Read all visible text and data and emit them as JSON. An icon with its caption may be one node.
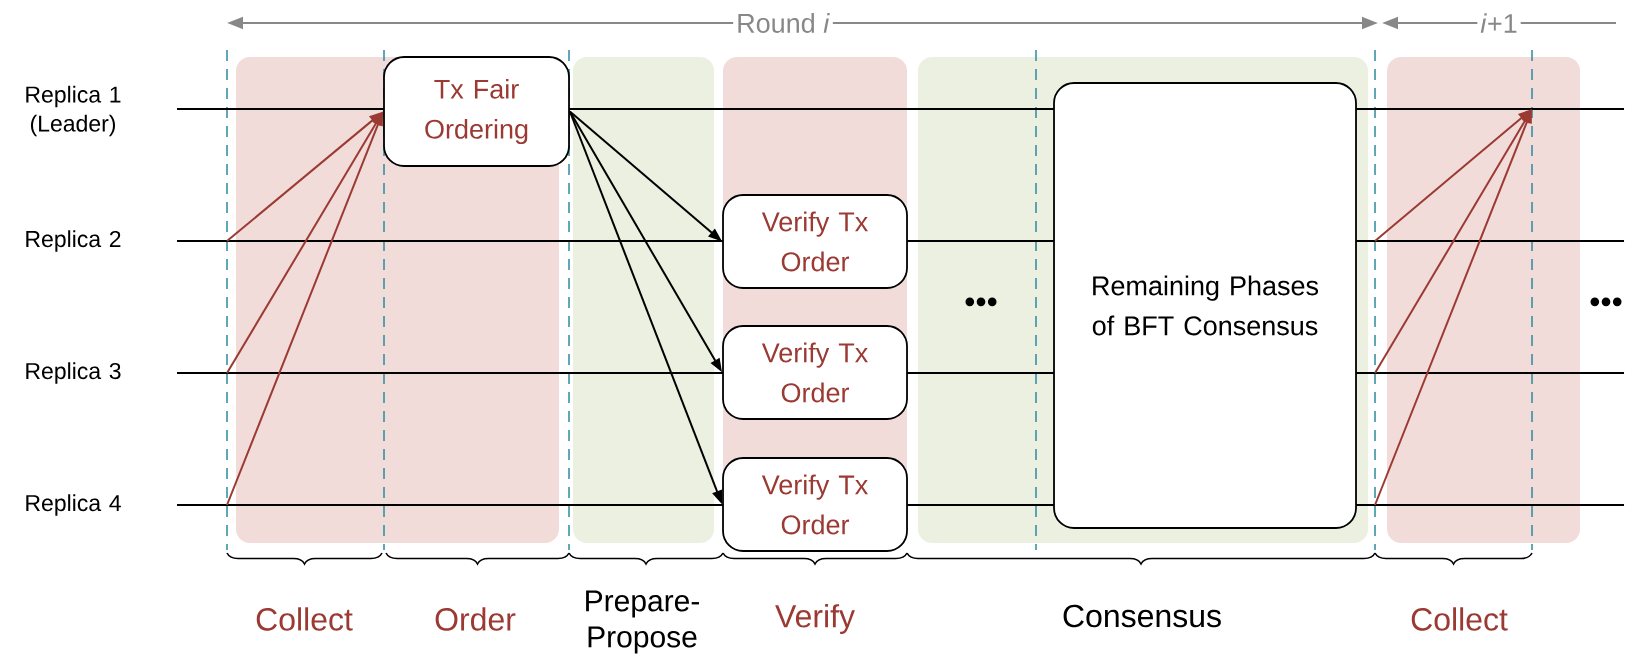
{
  "diagram": {
    "nodes": [
      {
        "text": [
          "Tx Fair Ordering"
        ]
      },
      {
        "text": [
          "Verify Tx Order"
        ]
      },
      {
        "text": [
          "Verify Tx Order"
        ]
      },
      {
        "text": [
          "Verify Tx Order"
        ]
      },
      {
        "text": [
          "Remaining Phases of BFT Consensus"
        ]
      }
    ],
    "edges": [
      {
        "from": null,
        "to": 0,
        "arrow": "to",
        "color": "#9b3a33"
      },
      {
        "from": null,
        "to": 0,
        "arrow": "to",
        "color": "#9b3a33"
      },
      {
        "from": null,
        "to": 0,
        "arrow": "to",
        "color": "#9b3a33"
      },
      {
        "from": 0,
        "to": 1,
        "arrow": "to",
        "color": "#000000"
      },
      {
        "from": 0,
        "to": 2,
        "arrow": "to",
        "color": "#000000"
      },
      {
        "from": 0,
        "to": 3,
        "arrow": "to",
        "color": "#000000"
      }
    ],
    "labels": [
      "Round *i*",
      "*i*+1",
      "Replica 1 (Leader)",
      "Replica 2",
      "•••",
      "•••",
      "Replica 3",
      "Replica 4",
      "Collect",
      "Order",
      "Prepare-Propose",
      "Verify",
      "Consensus",
      "Collect"
    ]
  }
}
